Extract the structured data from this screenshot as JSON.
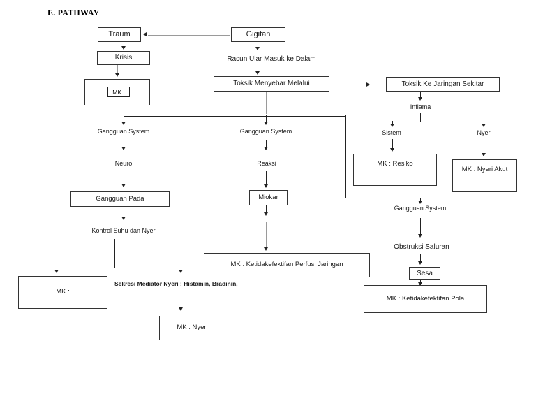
{
  "document": {
    "heading": "E. PATHWAY"
  },
  "nodes": {
    "traum": "Traum",
    "gigitan": "Gigitan",
    "krisis": "Krisis",
    "racun_ular": "Racun Ular Masuk ke Dalam",
    "mk_blank_top": "MK :",
    "toksik_menyebar": "Toksik Menyebar Melalui",
    "toksik_jaringan": "Toksik Ke Jaringan Sekitar",
    "inflama": "Inflama",
    "gangguan_system_left": "Gangguan System",
    "gangguan_system_mid": "Gangguan System",
    "sistem": "Sistem",
    "nyer": "Nyer",
    "neuro": "Neuro",
    "reaksi": "Reaksi",
    "mk_resiko": "MK : Resiko",
    "mk_nyeri_akut": "MK : Nyeri Akut",
    "gangguan_pada": "Gangguan Pada",
    "miokar": "Miokar",
    "gangguan_system_right": "Gangguan System",
    "kontrol_suhu": "Kontrol Suhu dan Nyeri",
    "obstruksi_saluran": "Obstruksi Saluran",
    "mk_perfusi": "MK : Ketidakefektifan Perfusi Jaringan",
    "sesa": "Sesa",
    "mk_blank_bottom": "MK :",
    "sekresi_mediator": "Sekresi Mediator Nyeri : Histamin, Bradinin,",
    "mk_pola": "MK : Ketidakefektifan Pola",
    "mk_nyeri": "MK : Nyeri"
  },
  "colors": {
    "background": "#ffffff",
    "box_border": "#333333",
    "text": "#1a1a1a",
    "connector": "#555555",
    "connector_light": "#9a9a9a",
    "arrow": "#222222"
  }
}
